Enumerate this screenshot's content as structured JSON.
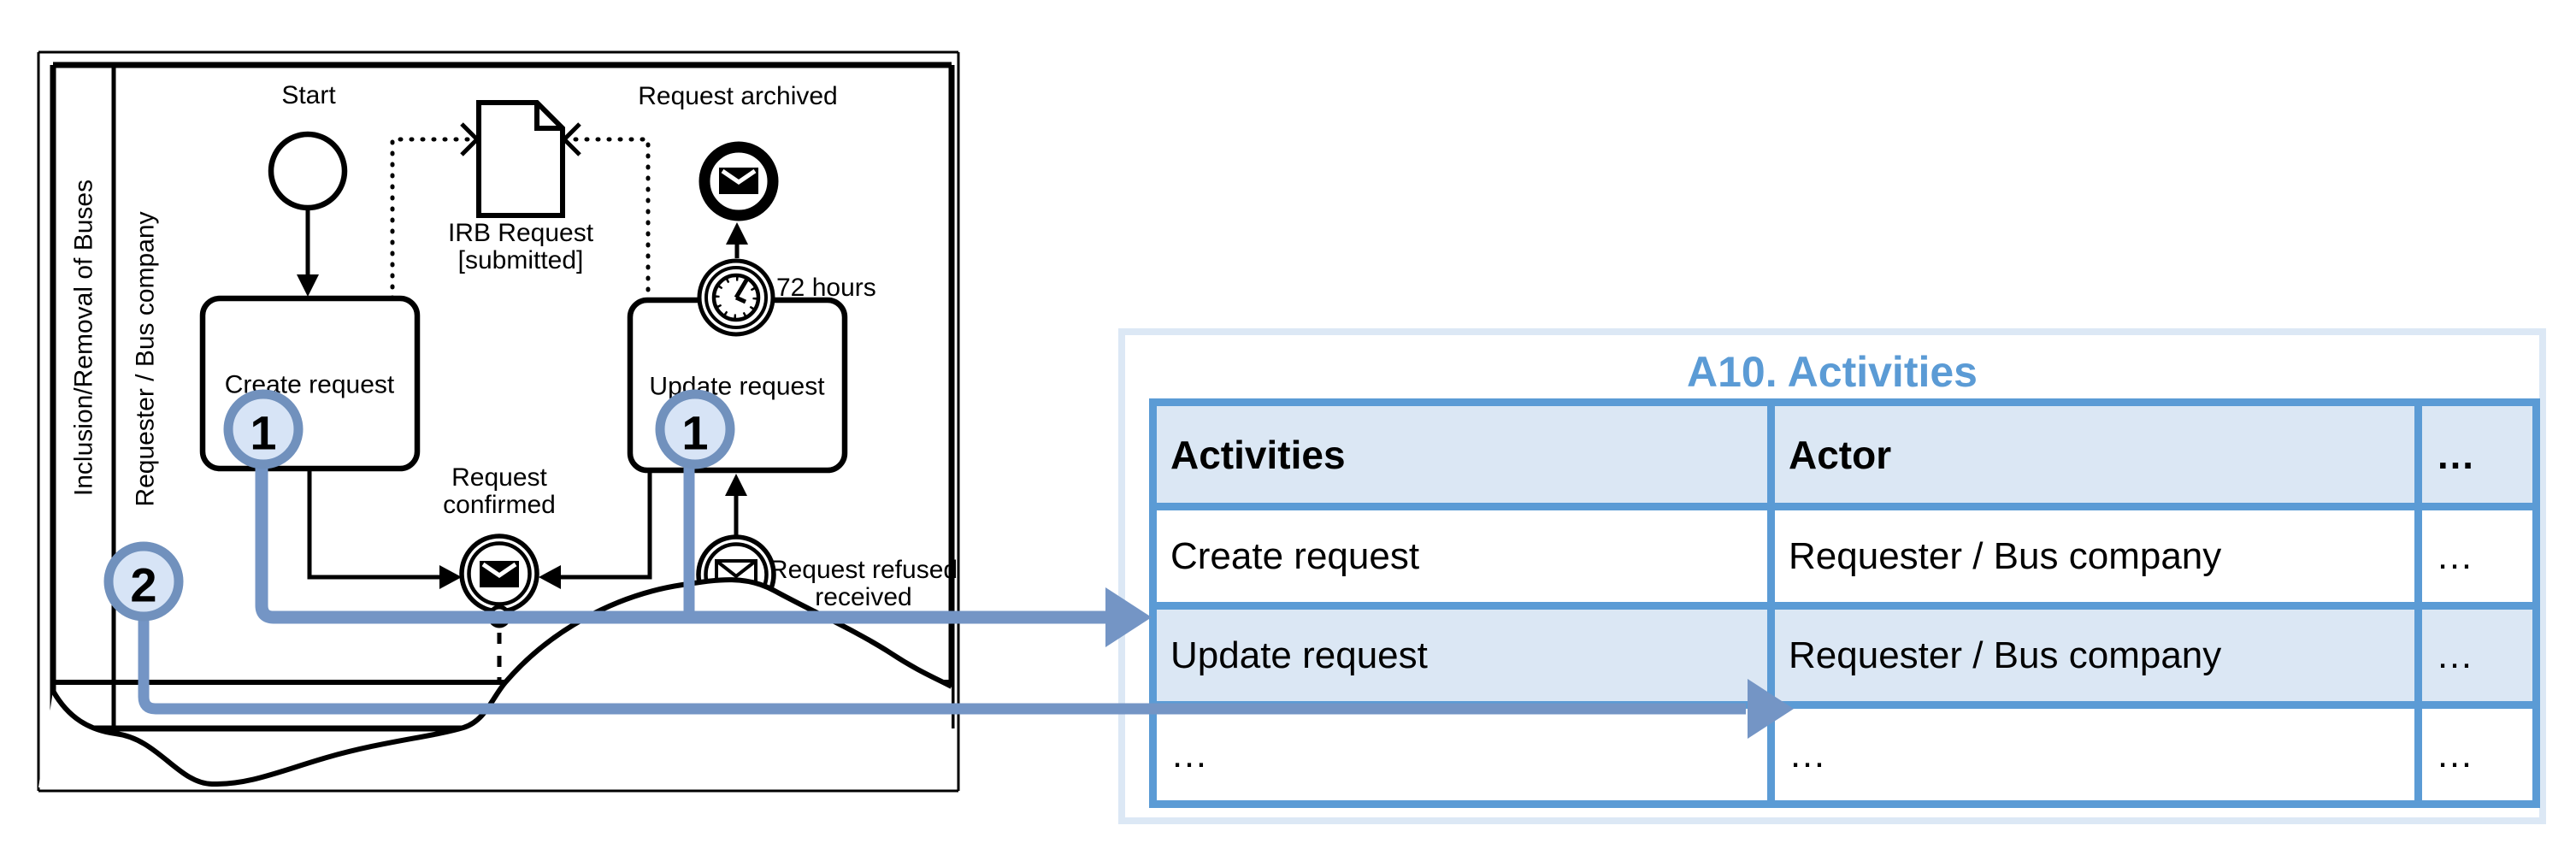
{
  "diagram": {
    "pool_label": "Inclusion/Removal of Buses",
    "lane_label": "Requester / Bus company",
    "start_label": "Start",
    "create_task_label": "Create request",
    "update_task_label": "Update request",
    "doc_label_line1": "IRB Request",
    "doc_label_line2": "[submitted]",
    "archived_label": "Request archived",
    "timer_label": "72 hours",
    "confirmed_label_line1": "Request",
    "confirmed_label_line2": "confirmed",
    "refused_label_line1": "Request refused",
    "refused_label_line2": "received",
    "badge_1": "1",
    "badge_2": "2"
  },
  "table": {
    "title": "A10. Activities",
    "headers": [
      "Activities",
      "Actor",
      "…"
    ],
    "rows": [
      [
        "Create request",
        "Requester / Bus company",
        "…"
      ],
      [
        "Update request",
        "Requester / Bus company",
        "…"
      ],
      [
        "…",
        "…",
        "…"
      ]
    ]
  },
  "colors": {
    "table_accent": "#5b9bd5",
    "row_alt_fill": "#dbe7f4",
    "panel_border": "#dce8f5",
    "connector_blue": "#7495c5",
    "badge_ring": "#7191bd",
    "badge_fill": "#d7e4f6"
  }
}
